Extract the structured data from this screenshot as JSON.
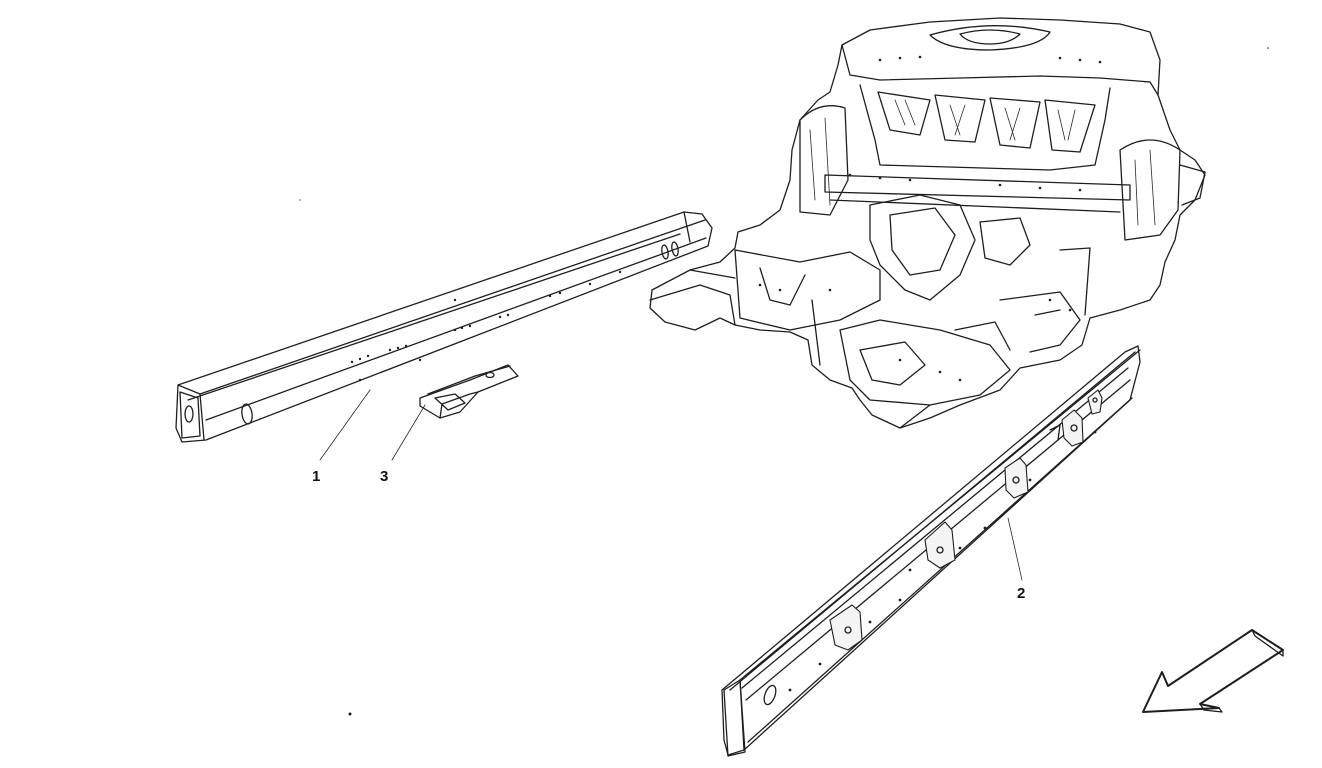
{
  "diagram": {
    "callouts": [
      {
        "id": "1",
        "label": "1"
      },
      {
        "id": "2",
        "label": "2"
      },
      {
        "id": "3",
        "label": "3"
      }
    ],
    "direction_arrow_icon": "arrow-down-left-icon",
    "colors": {
      "line": "#1e1e1e",
      "background": "#ffffff"
    }
  }
}
